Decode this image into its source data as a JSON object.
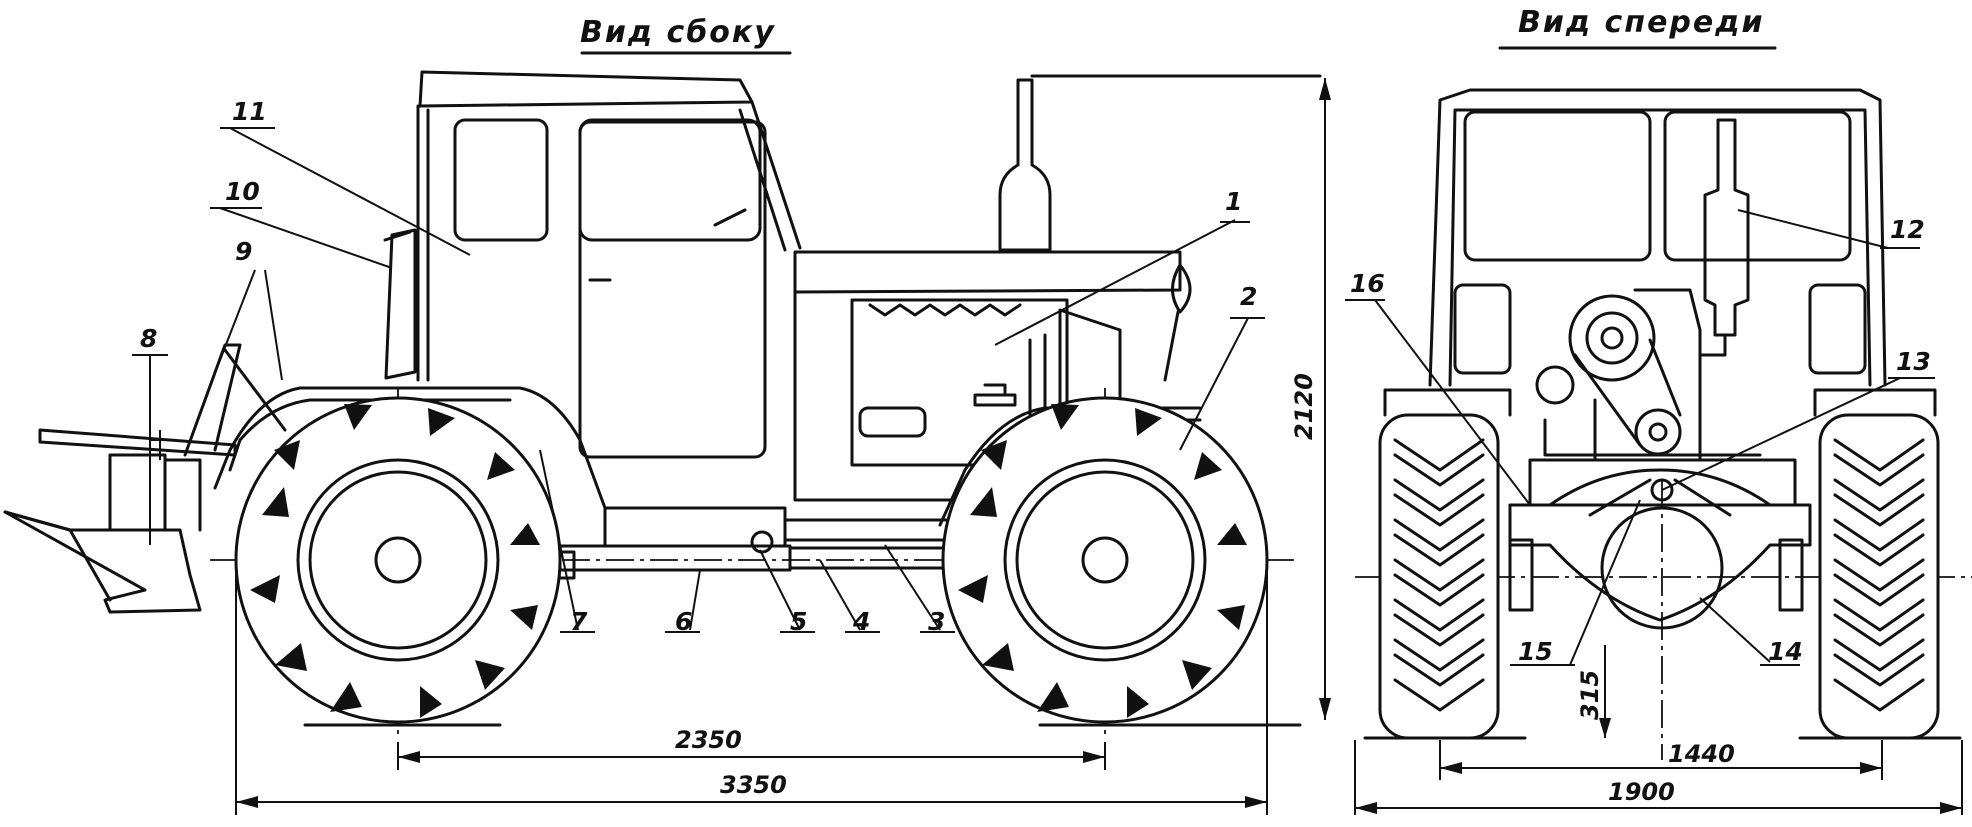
{
  "titles": {
    "side": "Вид сбоку",
    "front": "Вид спереди"
  },
  "dimensions": {
    "height": "2120",
    "wheelbase": "2350",
    "length": "3350",
    "front_track": "1440",
    "width": "1900",
    "clearance": "315"
  },
  "callouts": [
    "1",
    "2",
    "3",
    "4",
    "5",
    "6",
    "7",
    "8",
    "9",
    "10",
    "11",
    "12",
    "13",
    "14",
    "15",
    "16"
  ]
}
